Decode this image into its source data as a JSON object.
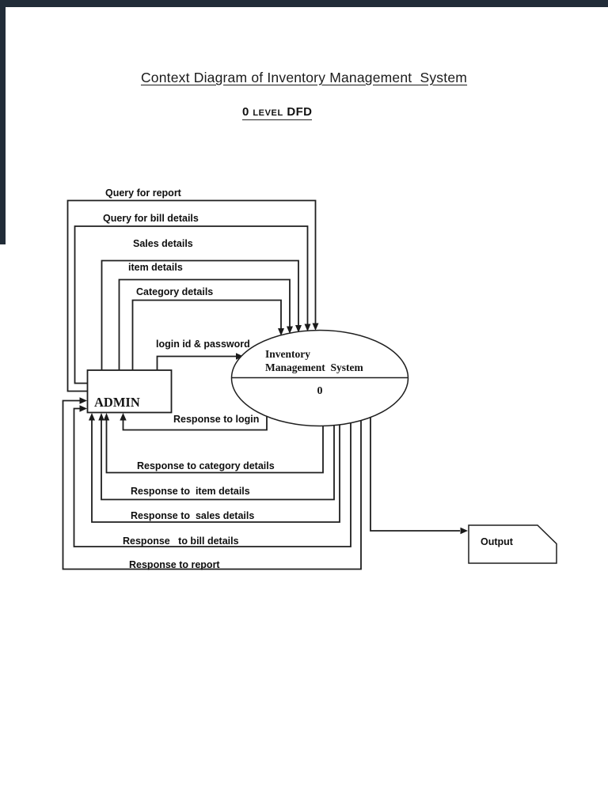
{
  "page": {
    "title": "Context Diagram of Inventory Management  System",
    "subtitle_prefix": "0 ",
    "subtitle_smallcaps": "LEVEL",
    "subtitle_suffix": " DFD",
    "background_color": "#ffffff",
    "edge_bar_color": "#212c38"
  },
  "colors": {
    "line": "#1f1f1f",
    "text": "#0f0f0f"
  },
  "diagram": {
    "type": "data-flow-diagram-level-0",
    "admin_label": "ADMIN",
    "process": {
      "line1": "Inventory",
      "line2": "Management  System",
      "number": "0"
    },
    "output_label": "Output",
    "inputs": [
      "Query for report",
      "Query for bill details",
      "Sales details",
      "item details",
      "Category details",
      "login id & password"
    ],
    "responses": [
      "Response to login",
      "Response to category details",
      "Response to  item details",
      "Response to  sales details",
      "Response   to bill details",
      "Response to report"
    ]
  }
}
